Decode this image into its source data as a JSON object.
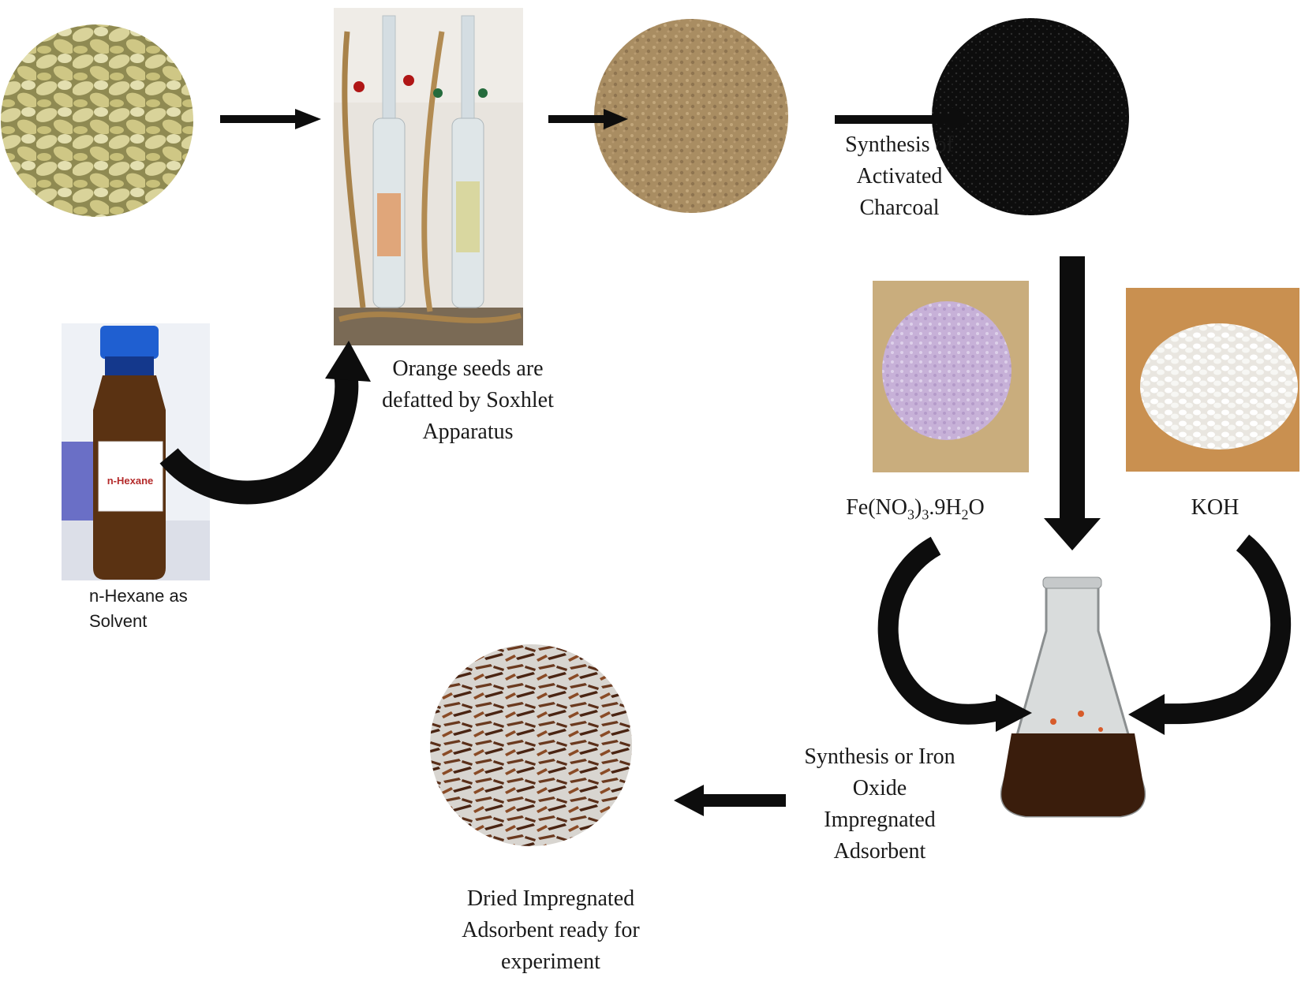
{
  "labels": {
    "soxhlet": [
      "Orange  seeds are",
      "defatted by Soxhlet",
      "Apparatus"
    ],
    "hexane": [
      "n-Hexane as",
      "Solvent"
    ],
    "bottle_label": "n-Hexane",
    "charcoal": [
      "Synthesis of",
      "Activated",
      "Charcoal"
    ],
    "ferric": {
      "a": "Fe(NO",
      "b": "3",
      "c": ")",
      "d": "3",
      "e": ".9H",
      "f": "2",
      "g": "O"
    },
    "koh": "KOH",
    "iron_oxide": [
      "Synthesis or Iron",
      "Oxide",
      "Impregnated",
      "Adsorbent"
    ],
    "dried": [
      "Dried  Impregnated",
      "Adsorbent ready  for",
      "experiment"
    ]
  },
  "colors": {
    "arrow": "#0d0d0d",
    "seed": "#d6cf8c",
    "powder": "#a98d62",
    "charcoal": "#111111",
    "ferric_salt": "#c9b4d9",
    "koh_pellet": "#f4f4f2",
    "bottle": "#5a3212",
    "cap": "#1f5fd1",
    "solution": "#3a1d0c",
    "adsorbent": "#6b3a1f"
  },
  "icons": {
    "seeds": "seeds-photo",
    "soxhlet": "soxhlet-apparatus-photo",
    "powder": "seed-powder-photo",
    "charcoal": "activated-charcoal-photo",
    "hexane": "hexane-bottle-photo",
    "ferric": "ferric-nitrate-photo",
    "koh": "koh-pellets-photo",
    "flask": "erlenmeyer-flask-photo",
    "adsorbent": "dried-adsorbent-photo"
  }
}
